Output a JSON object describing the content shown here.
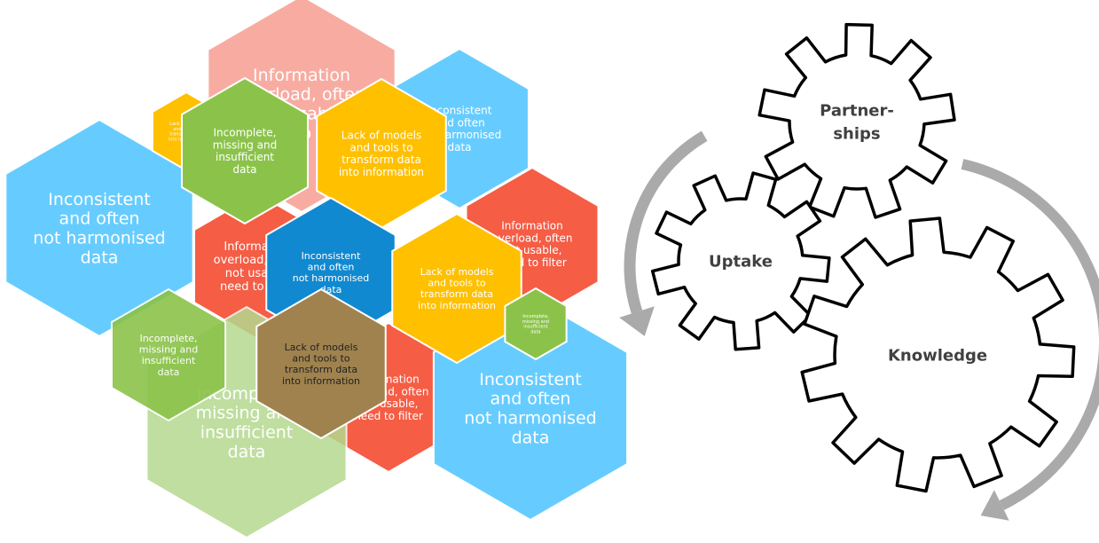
{
  "hexagons": [
    {
      "id": "h-pink",
      "text": [
        "Information",
        "overload, often",
        "not usable,",
        "need to filter"
      ],
      "color": "#f8a89c",
      "text_color": "#ffffff",
      "opacity": 0.95
    },
    {
      "id": "h-blue-tr",
      "text": [
        "Inconsistent",
        "and often",
        "not harmonised",
        "data"
      ],
      "color": "#66ccff",
      "text_color": "#ffffff",
      "opacity": 1
    },
    {
      "id": "h-blue-big",
      "text": [
        "Inconsistent",
        "and often",
        "not harmonised",
        "data"
      ],
      "color": "#66ccff",
      "text_color": "#ffffff",
      "opacity": 1
    },
    {
      "id": "h-red-mid",
      "text": [
        "Information",
        "overload, often",
        "not usable,",
        "need to filter"
      ],
      "color": "#f55d45",
      "text_color": "#ffffff",
      "opacity": 1
    },
    {
      "id": "h-red-right",
      "text": [
        "Information",
        "overload, often",
        "not usable,",
        "need to filter"
      ],
      "color": "#f55d45",
      "text_color": "#ffffff",
      "opacity": 1
    },
    {
      "id": "h-red-low",
      "text": [
        "Information",
        "overload, often",
        "not usable,",
        "need to filter"
      ],
      "color": "#f55d45",
      "text_color": "#ffffff",
      "opacity": 1
    },
    {
      "id": "h-blue-br",
      "text": [
        "Inconsistent",
        "and often",
        "not harmonised",
        "data"
      ],
      "color": "#66ccff",
      "text_color": "#ffffff",
      "opacity": 1
    },
    {
      "id": "h-green-ll",
      "text": [
        "Incomplete,",
        "missing and",
        "insufficient",
        "data"
      ],
      "color": "#b5d98f",
      "text_color": "#ffffff",
      "opacity": 0.85
    },
    {
      "id": "h-green-l",
      "text": [
        "Incomplete,",
        "missing and",
        "insufficient",
        "data"
      ],
      "color": "#8bc34a",
      "text_color": "#ffffff",
      "opacity": 0.9
    },
    {
      "id": "h-orange-s",
      "text": [
        "Lack of models",
        "and tools to",
        "transform data",
        "into information"
      ],
      "color": "#ffc000",
      "text_color": "#ffffff",
      "opacity": 1
    },
    {
      "id": "h-green-t",
      "text": [
        "Incomplete,",
        "missing and",
        "insufficient",
        "data"
      ],
      "color": "#8bc34a",
      "text_color": "#ffffff",
      "opacity": 1
    },
    {
      "id": "h-orange-t",
      "text": [
        "Lack of models",
        "and tools to",
        "transform data",
        "into information"
      ],
      "color": "#ffc000",
      "text_color": "#ffffff",
      "opacity": 1
    },
    {
      "id": "h-blue-c",
      "text": [
        "Inconsistent",
        "and often",
        "not harmonised",
        "data"
      ],
      "color": "#1089d0",
      "text_color": "#ffffff",
      "opacity": 1
    },
    {
      "id": "h-orange-r",
      "text": [
        "Lack of models",
        "and tools to",
        "transform data",
        "into information"
      ],
      "color": "#ffc000",
      "text_color": "#ffffff",
      "opacity": 1
    },
    {
      "id": "h-green-s",
      "text": [
        "Incomplete,",
        "missing and",
        "insufficient",
        "data"
      ],
      "color": "#8bc34a",
      "text_color": "#ffffff",
      "opacity": 1
    },
    {
      "id": "h-olive",
      "text": [
        "Lack of models",
        "and tools to",
        "transform data",
        "into information"
      ],
      "color": "#a0824e",
      "text_color": "#222222",
      "opacity": 1
    }
  ],
  "gears": [
    {
      "id": "gear-partnerships",
      "label": [
        "Partner-",
        "ships"
      ]
    },
    {
      "id": "gear-uptake",
      "label": [
        "Uptake"
      ]
    },
    {
      "id": "gear-knowledge",
      "label": [
        "Knowledge"
      ]
    }
  ],
  "colors": {
    "gear_stroke": "#000000",
    "gear_fill": "#ffffff",
    "arrow": "#aaaaaa",
    "label": "#404040"
  }
}
